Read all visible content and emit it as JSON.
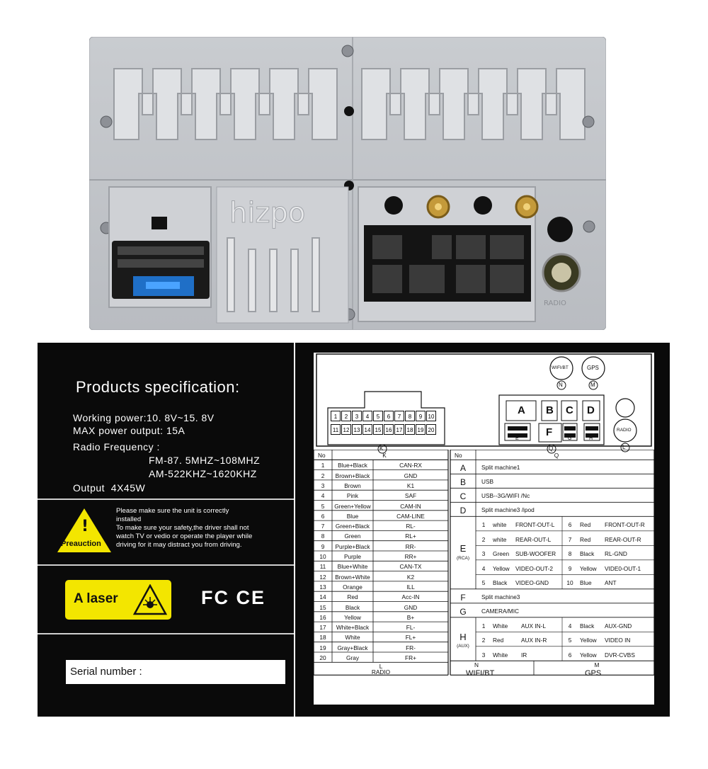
{
  "device": {
    "brand": "hizpo",
    "port_label": "RADIO"
  },
  "label_left": {
    "title": "Products specification:",
    "specs": [
      "Working power:10. 8V~15. 8V",
      "MAX power output: 15A",
      "Radio Frequency :",
      "FM-87. 5MHZ~108MHZ",
      "AM-522KHZ~1620KHZ",
      "Output  4X45W"
    ],
    "caution_badge": "Preauction",
    "caution_lines": [
      "Please make sure the unit is correctly",
      "installed",
      "To make sure your safety,the driver shall not",
      "watch TV or vedio or operate the player while",
      "driving for it may distract you from driving."
    ],
    "laser_label": "A laser",
    "cert_marks": "FC CE",
    "serial_label": "Serial number :"
  },
  "label_right": {
    "badges": {
      "wifi": "WIFI/BT",
      "gps": "GPS",
      "radio": "RADIO",
      "N": "N",
      "M": "M",
      "L": "L",
      "K": "K",
      "Q": "Q"
    },
    "pins_top": [
      "1",
      "2",
      "3",
      "4",
      "5",
      "6",
      "7",
      "8",
      "9",
      "10"
    ],
    "pins_bottom": [
      "11",
      "12",
      "13",
      "14",
      "15",
      "16",
      "17",
      "18",
      "19",
      "20"
    ],
    "connector_blocks": [
      "A",
      "B",
      "C",
      "D",
      "E",
      "F",
      "G",
      "H"
    ],
    "table_k": {
      "header_no": "No",
      "header_k": "K",
      "rows": [
        {
          "no": "1",
          "color": "Blue+Black",
          "func": "CAN-RX"
        },
        {
          "no": "2",
          "color": "Brown+Black",
          "func": "GND"
        },
        {
          "no": "3",
          "color": "Brown",
          "func": "K1"
        },
        {
          "no": "4",
          "color": "Pink",
          "func": "SAF"
        },
        {
          "no": "5",
          "color": "Green+Yellow",
          "func": "CAM-IN"
        },
        {
          "no": "6",
          "color": "Blue",
          "func": "CAM-LINE"
        },
        {
          "no": "7",
          "color": "Green+Black",
          "func": "RL-"
        },
        {
          "no": "8",
          "color": "Green",
          "func": "RL+"
        },
        {
          "no": "9",
          "color": "Purple+Black",
          "func": "RR-"
        },
        {
          "no": "10",
          "color": "Purple",
          "func": "RR+"
        },
        {
          "no": "11",
          "color": "Blue+White",
          "func": "CAN-TX"
        },
        {
          "no": "12",
          "color": "Brown+White",
          "func": "K2"
        },
        {
          "no": "13",
          "color": "Orange",
          "func": "ILL"
        },
        {
          "no": "14",
          "color": "Red",
          "func": "Acc-IN"
        },
        {
          "no": "15",
          "color": "Black",
          "func": "GND"
        },
        {
          "no": "16",
          "color": "Yellow",
          "func": "B+"
        },
        {
          "no": "17",
          "color": "White+Black",
          "func": "FL-"
        },
        {
          "no": "18",
          "color": "White",
          "func": "FL+"
        },
        {
          "no": "19",
          "color": "Gray+Black",
          "func": "FR-"
        },
        {
          "no": "20",
          "color": "Gray",
          "func": "FR+"
        }
      ],
      "footer_letter": "L",
      "footer": "RADIO"
    },
    "table_q": {
      "header_no": "No",
      "header_q": "Q",
      "A": "Split machine1",
      "B": "USB",
      "C": "USB--3G/WIFI  /Nc",
      "D": "Split machine3 /ipod",
      "E_letter": "E",
      "E_sub": "(RCA)",
      "E_rows": [
        {
          "n1": "1",
          "c1": "white",
          "f1": "FRONT-OUT-L",
          "n2": "6",
          "c2": "Red",
          "f2": "FRONT-OUT-R"
        },
        {
          "n1": "2",
          "c1": "white",
          "f1": "REAR-OUT-L",
          "n2": "7",
          "c2": "Red",
          "f2": "REAR-OUT-R"
        },
        {
          "n1": "3",
          "c1": "Green",
          "f1": "SUB-WOOFER",
          "n2": "8",
          "c2": "Black",
          "f2": "RL-GND"
        },
        {
          "n1": "4",
          "c1": "Yellow",
          "f1": "VIDEO-OUT-2",
          "n2": "9",
          "c2": "Yellow",
          "f2": "VIDE0-OUT-1"
        },
        {
          "n1": "5",
          "c1": "Black",
          "f1": "VIDEO-GND",
          "n2": "10",
          "c2": "Blue",
          "f2": "ANT"
        }
      ],
      "F": "Split machine3",
      "G": "CAMERA/MIC",
      "H_letter": "H",
      "H_sub": "(AUX)",
      "H_rows": [
        {
          "n1": "1",
          "c1": "White",
          "f1": "AUX IN-L",
          "n2": "4",
          "c2": "Black",
          "f2": "AUX-GND"
        },
        {
          "n1": "2",
          "c1": "Red",
          "f1": "AUX IN-R",
          "n2": "5",
          "c2": "Yellow",
          "f2": "VIDEO IN"
        },
        {
          "n1": "3",
          "c1": "White",
          "f1": "IR",
          "n2": "6",
          "c2": "Yellow",
          "f2": "DVR-CVBS"
        }
      ],
      "footer_N": "N",
      "footer_M": "M",
      "footer_wifi": "WIFI/BT",
      "footer_gps": "GPS"
    }
  }
}
